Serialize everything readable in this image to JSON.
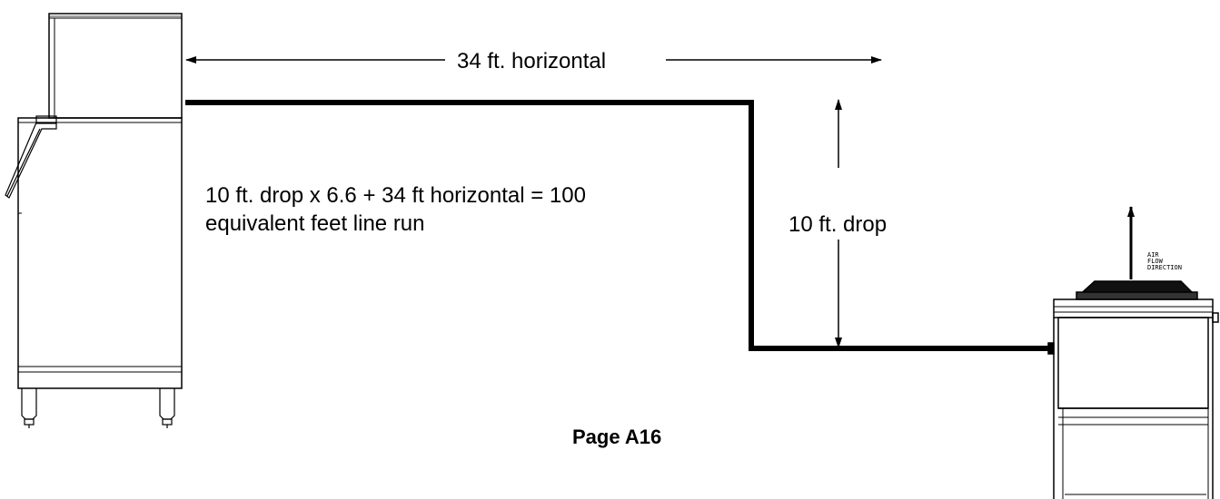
{
  "diagram": {
    "horizontal_label": "34 ft. horizontal",
    "formula_line1": "10 ft. drop x 6.6 + 34 ft horizontal = 100",
    "formula_line2": "equivalent feet line run",
    "drop_label": "10 ft. drop",
    "airflow_label": [
      "AIR",
      "FLOW",
      "DIRECTION"
    ],
    "page_label": "Page A16"
  }
}
